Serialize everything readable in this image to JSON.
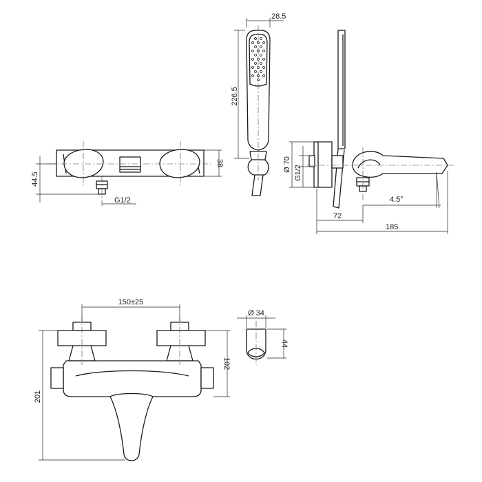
{
  "dimensions": {
    "handshower_width": "28.5",
    "handshower_length": "226.5",
    "body_height": "38",
    "outlet_height": "44.5",
    "outlet_thread": "G1/2",
    "body_diameter": "Ø 70",
    "inlet_thread": "G1/2",
    "spout_angle": "4.5°",
    "wall_to_axis": "72",
    "total_depth": "185",
    "inlet_spacing": "150±25",
    "bracket_diameter": "Ø 34",
    "bracket_height": "44",
    "front_height": "102",
    "total_height": "201"
  }
}
